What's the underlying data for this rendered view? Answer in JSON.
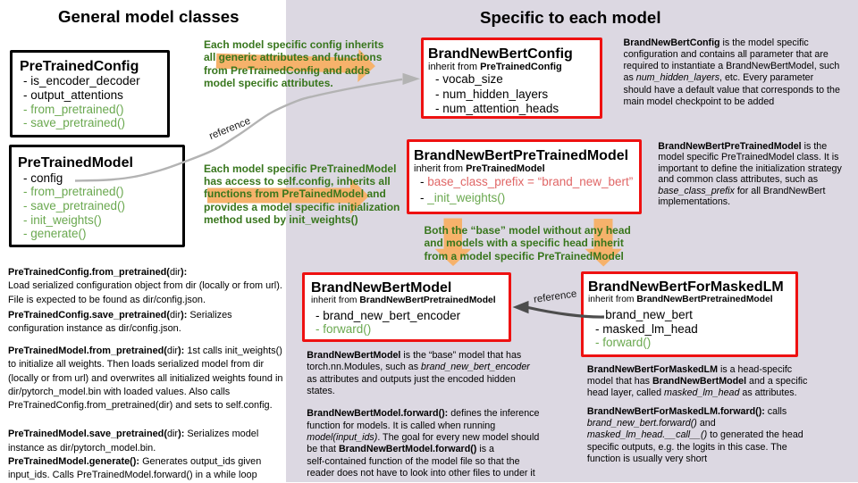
{
  "colors": {
    "purple_bg": "#dcd8e2",
    "green_dark": "#38761d",
    "green": "#6aa84f",
    "salmon": "#e06666",
    "red_border": "#ee1111",
    "black": "#000000",
    "orange": "#f6b26b",
    "gray_light": "#b3b3b3",
    "gray_dark": "#4d4d4d"
  },
  "headings": {
    "left": "General model classes",
    "right": "Specific to each model"
  },
  "labels": {
    "reference_top": "reference",
    "reference_bottom": "reference"
  },
  "boxes": {
    "pretrainedconfig": {
      "title": "PreTrainedConfig",
      "items": [
        "- is_encoder_decoder",
        "- output_attentions",
        [
          {
            "t": "- from_pretrained()",
            "c": "green"
          }
        ],
        [
          {
            "t": "- save_pretrained()",
            "c": "green"
          }
        ]
      ]
    },
    "pretrainedmodel": {
      "title": "PreTrainedModel",
      "items": [
        "- config",
        [
          {
            "t": "- from_pretrained()",
            "c": "green"
          }
        ],
        [
          {
            "t": "- save_pretrained()",
            "c": "green"
          }
        ],
        [
          {
            "t": "- init_weights()",
            "c": "green"
          }
        ],
        [
          {
            "t": "- generate()",
            "c": "green"
          }
        ]
      ]
    },
    "bnbconfig": {
      "title": "BrandNewBertConfig",
      "inherit": [
        {
          "t": "inherit from "
        },
        {
          "t": "PreTrainedConfig",
          "b": true
        }
      ],
      "items": [
        "- vocab_size",
        "- num_hidden_layers",
        "- num_attention_heads"
      ]
    },
    "bnbpretrainedmodel": {
      "title": "BrandNewBertPreTrainedModel",
      "inherit": [
        {
          "t": "inherit from "
        },
        {
          "t": "PreTrainedModel",
          "b": true
        }
      ],
      "items": [
        [
          {
            "t": "- "
          },
          {
            "t": "base_class_prefix = “brand_new_bert”",
            "c": "salmon"
          }
        ],
        [
          {
            "t": "- "
          },
          {
            "t": "_init_weights()",
            "c": "green"
          }
        ]
      ]
    },
    "bnbmodel": {
      "title": "BrandNewBertModel",
      "inherit": [
        {
          "t": "inherit from "
        },
        {
          "t": "BrandNewBertPretrainedModel",
          "b": true
        }
      ],
      "items": [
        "- brand_new_bert_encoder",
        [
          {
            "t": "- forward()",
            "c": "green"
          }
        ]
      ]
    },
    "bnbformaskedlm": {
      "title": "BrandNewBertForMaskedLM",
      "inherit": [
        {
          "t": "inherit from "
        },
        {
          "t": "BrandNewBertPretrainedModel",
          "b": true
        }
      ],
      "items": [
        "   brand_new_bert",
        "- masked_lm_head",
        [
          {
            "t": "- forward()",
            "c": "green"
          }
        ]
      ]
    }
  },
  "green_notes": {
    "config": [
      "Each model specific config inherits",
      "all generic attributes and functions",
      "from PreTrainedConfig and adds",
      "model specific attributes."
    ],
    "model": [
      "Each model specific PreTrainedModel",
      "has access to self.config, inherits all",
      "functions from PreTainedModel and",
      "provides a model specific initialization",
      "method used by init_weights()"
    ],
    "inherit": [
      "Both the “base” model without any head",
      "and models with a specific head inherit",
      "from a model specific PreTrainedModel"
    ]
  },
  "paragraphs": {
    "bnbconfig": [
      [
        {
          "t": "BrandNewBertConfig",
          "b": true
        },
        {
          "t": " is the model specific"
        }
      ],
      "configuration and contains all parameter that are",
      "required to instantiate a BrandNewBertModel, such",
      [
        {
          "t": "as "
        },
        {
          "t": "num_hidden_layers",
          "i": true
        },
        {
          "t": ", etc. Every parameter"
        }
      ],
      "should have a default value that corresponds to the",
      "main model checkpoint to be added"
    ],
    "bnbpretrained": [
      [
        {
          "t": "BrandNewBertPreTrainedModel",
          "b": true
        },
        {
          "t": " is the"
        }
      ],
      "model specific PreTrainedModel class. It is",
      "important to define the initialization strategy",
      "and common class attributes, such as",
      [
        {
          "t": "base_class_prefix",
          "i": true
        },
        {
          "t": " for all BrandNewBert"
        }
      ],
      "implementations."
    ],
    "bnbmodel": [
      [
        {
          "t": "BrandNewBertModel",
          "b": true
        },
        {
          "t": " is the “base” model that has"
        }
      ],
      [
        {
          "t": "torch.nn.Modules, such as "
        },
        {
          "t": "brand_new_bert_encoder",
          "i": true
        }
      ],
      "as attributes and outputs just the encoded hidden",
      "states."
    ],
    "bnbmodel_forward": [
      [
        {
          "t": "BrandNewBertModel.forward():",
          "b": true
        },
        {
          "t": " defines the inference"
        }
      ],
      "function for models. It is called when running",
      [
        {
          "t": "model(input_ids)",
          "i": true
        },
        {
          "t": ". The goal for every new model should"
        }
      ],
      [
        {
          "t": "be that "
        },
        {
          "t": "BrandNewBertModel.forward()",
          "b": true
        },
        {
          "t": " is a"
        }
      ],
      "self-contained function of the model file so that the",
      "reader does not have to look into other files to under it"
    ],
    "bnbformaskedlm": [
      [
        {
          "t": "BrandNewBertForMaskedLM",
          "b": true
        },
        {
          "t": " is a head-specifc"
        }
      ],
      [
        {
          "t": "model that has "
        },
        {
          "t": "BrandNewBertModel",
          "b": true
        },
        {
          "t": " and a specific"
        }
      ],
      [
        {
          "t": "head layer, called "
        },
        {
          "t": "masked_lm_head",
          "i": true
        },
        {
          "t": " as attributes."
        }
      ]
    ],
    "bnbformaskedlm_forward": [
      [
        {
          "t": "BrandNewBertForMaskedLM.forward():",
          "b": true
        },
        {
          "t": " calls"
        }
      ],
      [
        {
          "t": "brand_new_bert.forward()",
          "i": true
        },
        {
          "t": " and"
        }
      ],
      [
        {
          "t": "masked_lm_head.__call__()",
          "i": true
        },
        {
          "t": " to generated the head"
        }
      ],
      "specific outputs, e.g. the logits in this case. The",
      "function is usually very short"
    ],
    "doc_config_from": [
      [
        {
          "t": "PreTrainedConfig.from_pretrained(",
          "b": true
        },
        {
          "t": "dir"
        },
        {
          "t": "):",
          "b": true
        }
      ],
      "Load serialized configuration object from dir (locally or from url).",
      "File is expected to be found as dir/config.json."
    ],
    "doc_config_save": [
      [
        {
          "t": "PreTrainedConfig.save_pretrained(",
          "b": true
        },
        {
          "t": "dir"
        },
        {
          "t": "):",
          "b": true
        },
        {
          "t": " Serializes"
        }
      ],
      "configuration instance as dir/config.json."
    ],
    "doc_model_from": [
      [
        {
          "t": "PreTrainedModel.from_pretrained(",
          "b": true
        },
        {
          "t": "dir"
        },
        {
          "t": "):",
          "b": true
        },
        {
          "t": " 1st calls init_weights()"
        }
      ],
      "to initialize all weights. Then loads serialized model from dir",
      "(locally or from url) and overwrites all initialized weights found in",
      "dir/pytorch_model.bin with loaded values. Also calls",
      "PreTrainedConfig.from_pretrained(dir) and sets to self.config."
    ],
    "doc_model_save": [
      [
        {
          "t": "PreTrainedModel.save_pretrained(",
          "b": true
        },
        {
          "t": "dir"
        },
        {
          "t": "):",
          "b": true
        },
        {
          "t": " Serializes model"
        }
      ],
      "instance as dir/pytorch_model.bin."
    ],
    "doc_model_generate": [
      [
        {
          "t": "PreTrainedModel.generate():",
          "b": true
        },
        {
          "t": " Generates output_ids given"
        }
      ],
      "input_ids. Calls PreTrainedModel.forward() in a while loop"
    ]
  }
}
